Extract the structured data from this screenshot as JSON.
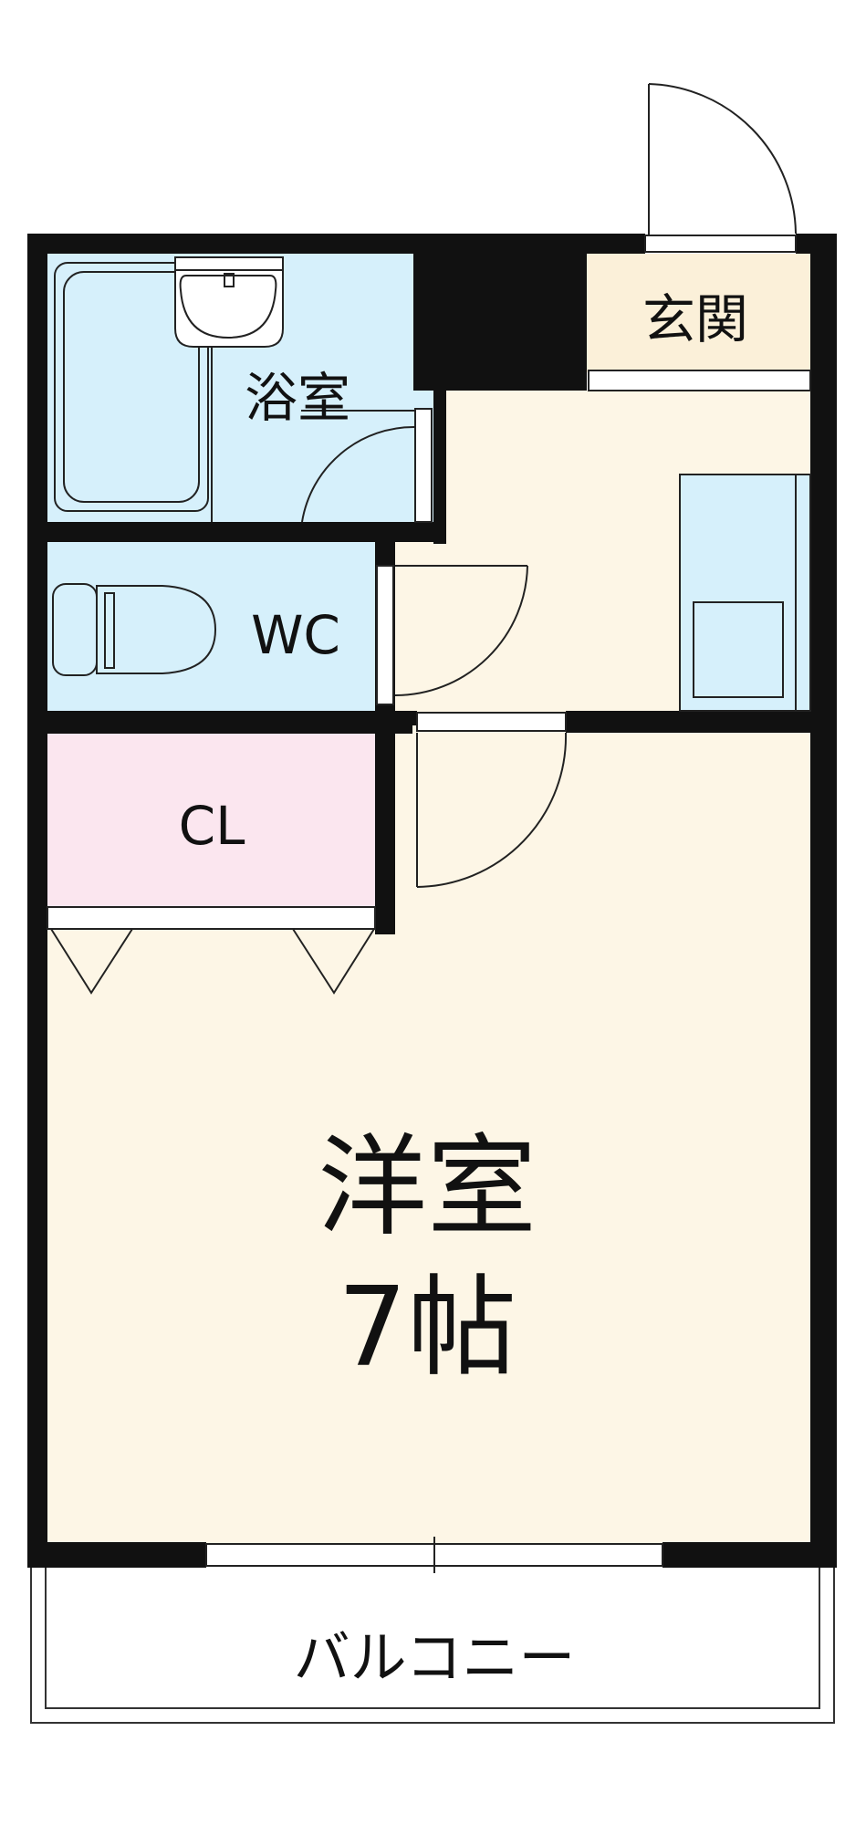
{
  "floorplan": {
    "rooms": {
      "bathroom": {
        "label": "浴室",
        "color": "#d6f0fb"
      },
      "toilet": {
        "label": "WC",
        "color": "#d6f0fb"
      },
      "closet": {
        "label": "CL",
        "color": "#fbe6ef"
      },
      "entrance": {
        "label": "玄関",
        "color": "#fbf0d9"
      },
      "western_room": {
        "label": "洋室",
        "size": "7帖",
        "color": "#fdf6e6"
      },
      "balcony": {
        "label": "バルコニー",
        "color": "#ffffff"
      }
    },
    "wall_color": "#111111",
    "fixture_outline_color": "#222222"
  }
}
